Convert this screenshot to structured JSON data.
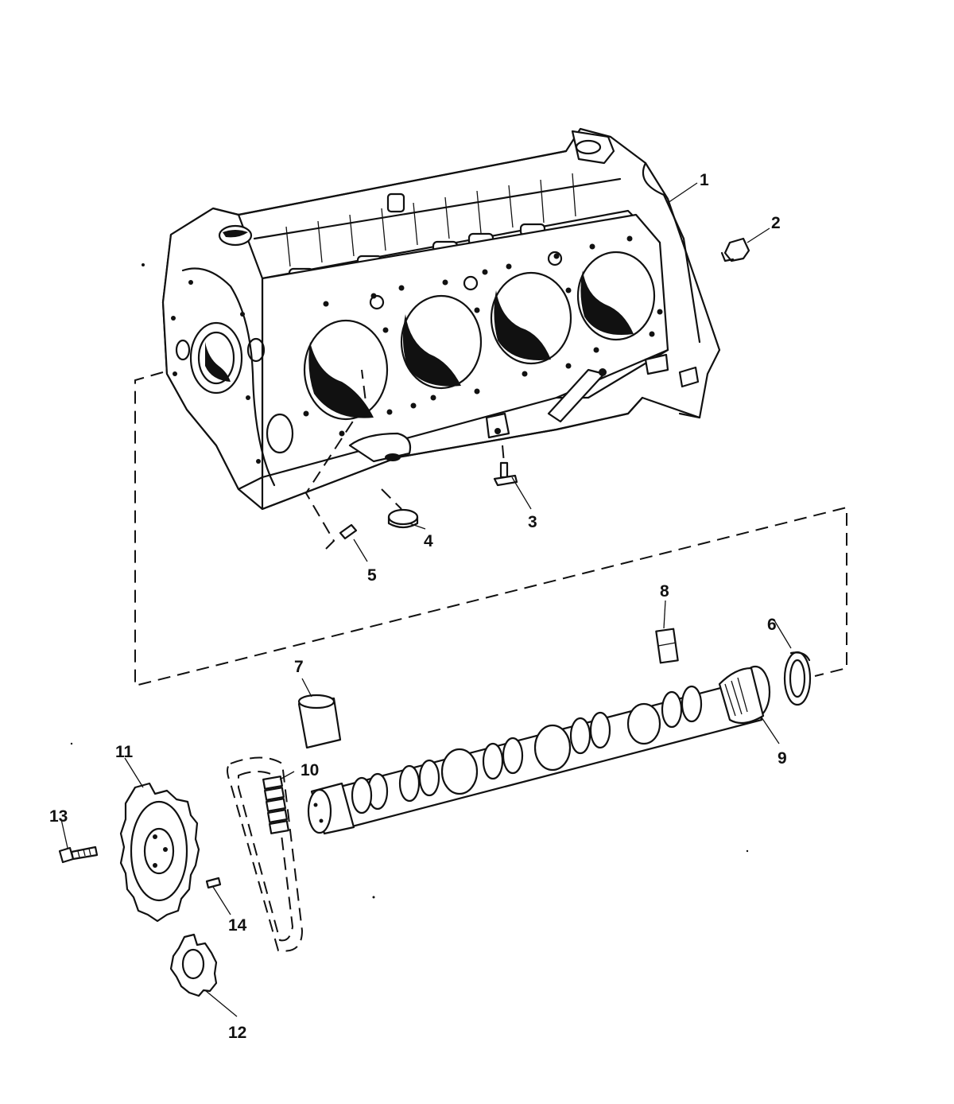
{
  "callouts": [
    {
      "id": "1",
      "text": "1"
    },
    {
      "id": "2",
      "text": "2"
    },
    {
      "id": "3",
      "text": "3"
    },
    {
      "id": "4",
      "text": "4"
    },
    {
      "id": "5",
      "text": "5"
    },
    {
      "id": "6",
      "text": "6"
    },
    {
      "id": "7",
      "text": "7"
    },
    {
      "id": "8",
      "text": "8"
    },
    {
      "id": "9",
      "text": "9"
    },
    {
      "id": "10",
      "text": "10"
    },
    {
      "id": "11",
      "text": "11"
    },
    {
      "id": "12",
      "text": "12"
    },
    {
      "id": "13",
      "text": "13"
    },
    {
      "id": "14",
      "text": "14"
    }
  ],
  "colors": {
    "ink": "#111111",
    "background": "#ffffff"
  }
}
